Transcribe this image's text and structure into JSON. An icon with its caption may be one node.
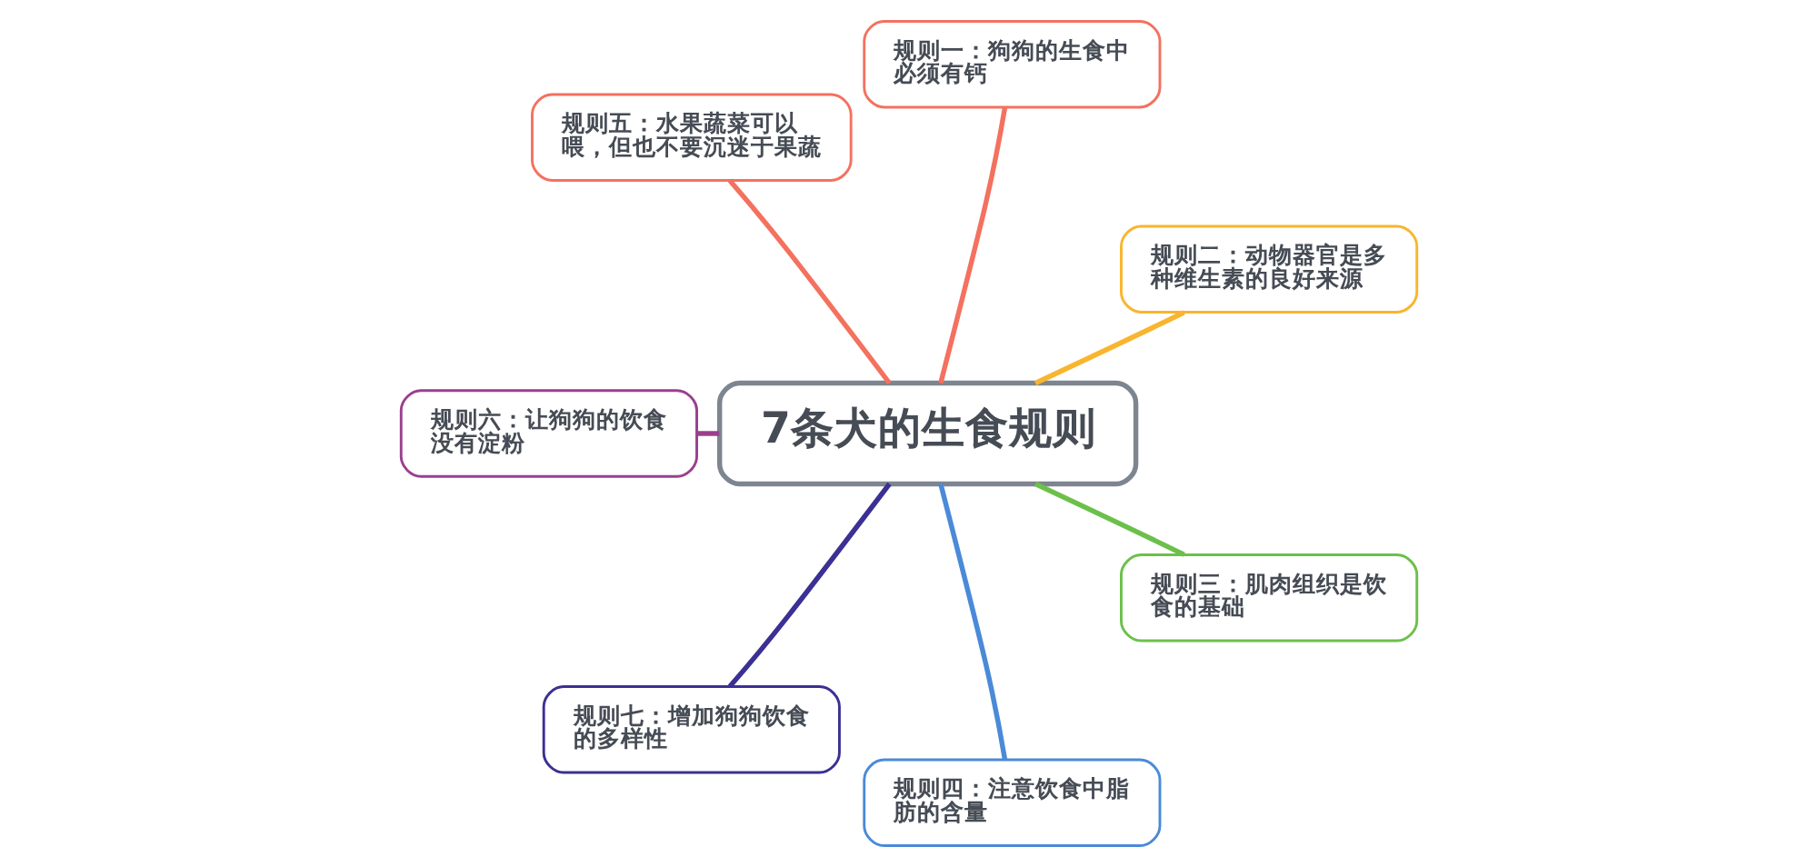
{
  "diagram": {
    "nodes": [
      {
        "text": [
          "7条犬的生食规则"
        ]
      },
      {
        "text": [
          "规则一：狗狗的生食中必须有钙"
        ]
      },
      {
        "text": [
          "规则二：动物器官是多种维生素的良好来源"
        ]
      },
      {
        "text": [
          "规则三：肌肉组织是饮食的基础"
        ]
      },
      {
        "text": [
          "规则四：注意饮食中脂肪的含量"
        ]
      },
      {
        "text": [
          "规则五：水果蔬菜可以喂，但也不要沉迷于果蔬"
        ]
      },
      {
        "text": [
          "规则六：让狗狗的饮食没有淀粉"
        ]
      },
      {
        "text": [
          "规则七：增加狗狗饮食的多样性"
        ]
      }
    ],
    "edges": [
      {
        "from": 0,
        "to": 1,
        "arrow": "none",
        "color": "#f4715f"
      },
      {
        "from": 0,
        "to": 2,
        "arrow": "none",
        "color": "#f9b52d"
      },
      {
        "from": 0,
        "to": 3,
        "arrow": "none",
        "color": "#6cc04a"
      },
      {
        "from": 0,
        "to": 4,
        "arrow": "none",
        "color": "#4a8ad8"
      },
      {
        "from": 0,
        "to": 5,
        "arrow": "none",
        "color": "#f4715f"
      },
      {
        "from": 0,
        "to": 6,
        "arrow": "none",
        "color": "#9b3f8f"
      },
      {
        "from": 0,
        "to": 7,
        "arrow": "none",
        "color": "#3b3093"
      }
    ]
  }
}
